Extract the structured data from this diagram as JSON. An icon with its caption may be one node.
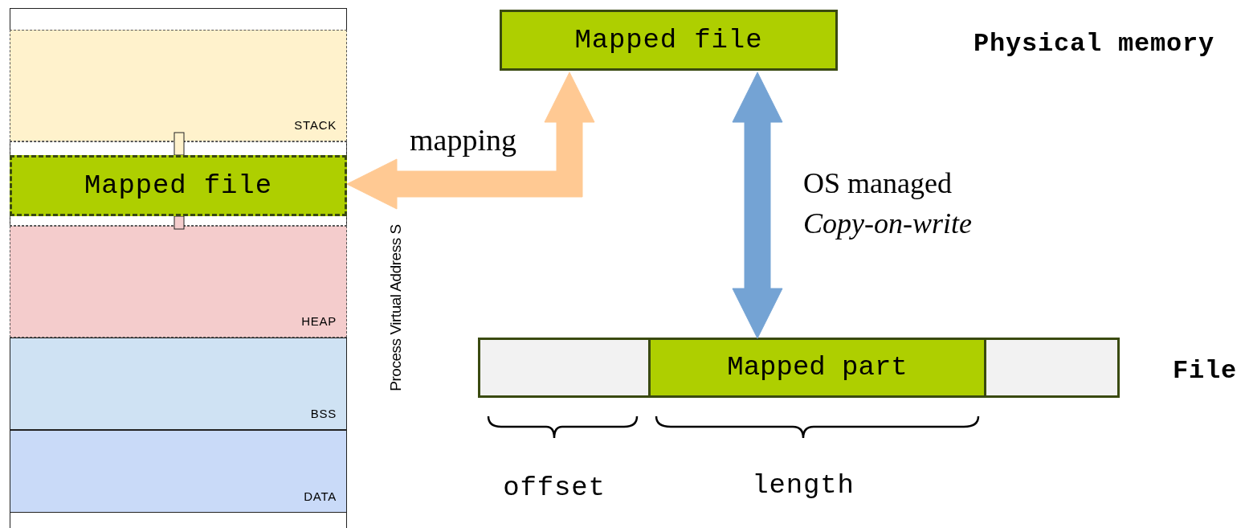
{
  "diagram": {
    "nodes": [
      {
        "text": [
          "STACK"
        ]
      },
      {
        "text": [
          "Mapped file"
        ]
      },
      {
        "text": [
          "HEAP"
        ]
      },
      {
        "text": [
          "BSS"
        ]
      },
      {
        "text": [
          "DATA"
        ]
      },
      {
        "text": [
          "Mapped file"
        ]
      },
      {
        "text": [],
        "shape": "bar"
      },
      {
        "text": [],
        "shape": "box",
        "in": 6
      },
      {
        "text": [
          "Mapped part"
        ],
        "in": 6
      },
      {
        "text": [],
        "shape": "box",
        "in": 6
      }
    ],
    "edges": [
      {
        "from": 1,
        "to": 5,
        "arrow": "both",
        "label": "mapping",
        "style": "thick",
        "color": "#ffc993"
      },
      {
        "from": 5,
        "to": 8,
        "arrow": "both",
        "label": "OS managed *Copy-on-write*",
        "style": "thick",
        "color": "#74a3d4"
      }
    ],
    "labels": [
      "Physical memory",
      "File",
      "offset",
      "length",
      "Process Virtual Address S"
    ]
  }
}
